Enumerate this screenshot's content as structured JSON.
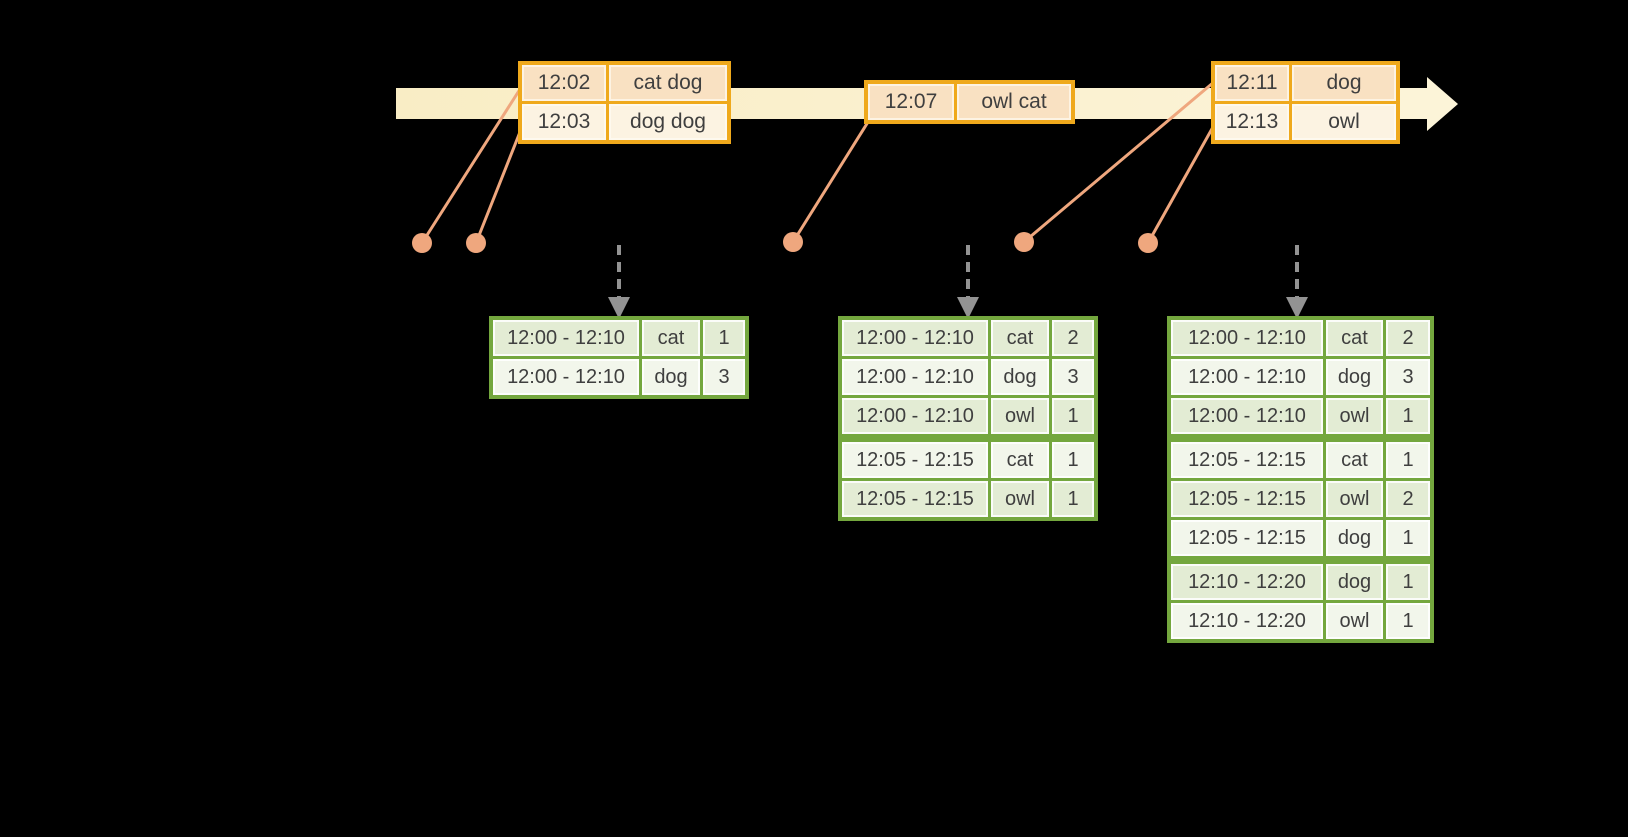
{
  "diagram": {
    "background": "#000000",
    "colors": {
      "background": "#000000",
      "timeline_band": "#f9edc5",
      "timeline_band_light": "#fcf4d8",
      "event_border": "#efa91c",
      "event_row_dark": "#f9e1c2",
      "event_row_light": "#fcf3e2",
      "connector": "#efa77e",
      "result_border": "#74a73e",
      "result_row_dark": "#e3ecd4",
      "result_row_light": "#f2f6eb",
      "trigger_arrow": "#939393",
      "text": "#3f3f3f"
    },
    "timeline": {
      "direction": "right",
      "event_tables": [
        {
          "name": "events-12-02",
          "rows": [
            {
              "time": "12:02",
              "words": "cat dog"
            },
            {
              "time": "12:03",
              "words": "dog dog"
            }
          ]
        },
        {
          "name": "events-12-07",
          "rows": [
            {
              "time": "12:07",
              "words": "owl cat"
            }
          ]
        },
        {
          "name": "events-12-11",
          "rows": [
            {
              "time": "12:11",
              "words": "dog"
            },
            {
              "time": "12:13",
              "words": "owl"
            }
          ]
        }
      ]
    },
    "result_tables": [
      {
        "name": "result-table-1",
        "group_starts": [],
        "rows": [
          {
            "window": "12:00 - 12:10",
            "word": "cat",
            "count": "1"
          },
          {
            "window": "12:00 - 12:10",
            "word": "dog",
            "count": "3"
          }
        ]
      },
      {
        "name": "result-table-2",
        "group_starts": [
          3
        ],
        "rows": [
          {
            "window": "12:00 - 12:10",
            "word": "cat",
            "count": "2"
          },
          {
            "window": "12:00 - 12:10",
            "word": "dog",
            "count": "3"
          },
          {
            "window": "12:00 - 12:10",
            "word": "owl",
            "count": "1"
          },
          {
            "window": "12:05 - 12:15",
            "word": "cat",
            "count": "1"
          },
          {
            "window": "12:05 - 12:15",
            "word": "owl",
            "count": "1"
          }
        ]
      },
      {
        "name": "result-table-3",
        "group_starts": [
          3,
          6
        ],
        "rows": [
          {
            "window": "12:00 - 12:10",
            "word": "cat",
            "count": "2"
          },
          {
            "window": "12:00 - 12:10",
            "word": "dog",
            "count": "3"
          },
          {
            "window": "12:00 - 12:10",
            "word": "owl",
            "count": "1"
          },
          {
            "window": "12:05 - 12:15",
            "word": "cat",
            "count": "1"
          },
          {
            "window": "12:05 - 12:15",
            "word": "owl",
            "count": "2"
          },
          {
            "window": "12:05 - 12:15",
            "word": "dog",
            "count": "1"
          },
          {
            "window": "12:10 - 12:20",
            "word": "dog",
            "count": "1"
          },
          {
            "window": "12:10 - 12:20",
            "word": "owl",
            "count": "1"
          }
        ]
      }
    ]
  }
}
